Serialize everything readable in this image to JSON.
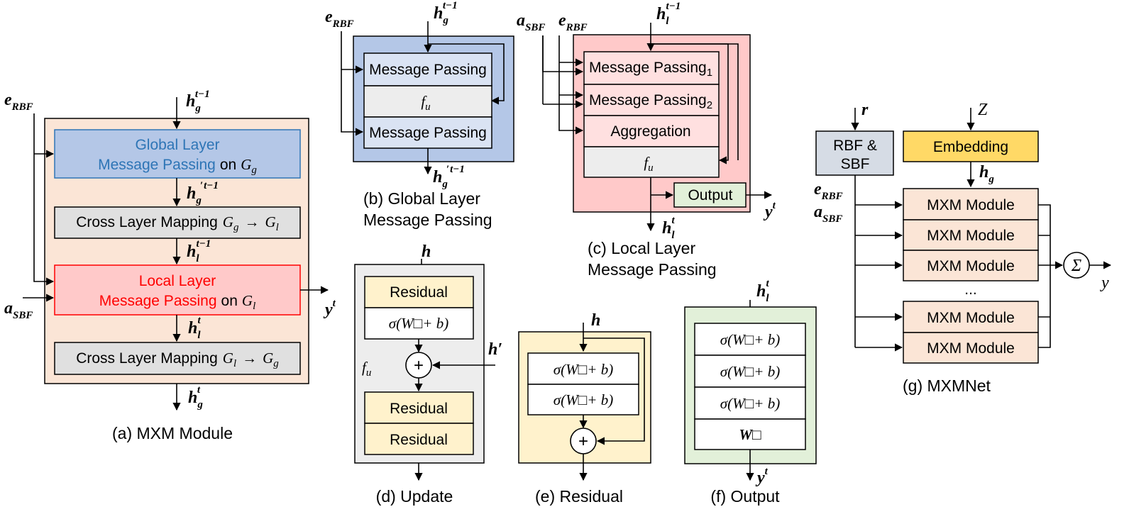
{
  "symbols": {
    "e": "e",
    "a": "a",
    "h": "h",
    "y": "y",
    "y_plain": "y",
    "r": "r",
    "Z": "Z",
    "sub_RBF": "RBF",
    "sub_SBF": "SBF",
    "sub_g": "g",
    "sub_l": "l",
    "sup_tm1": "t−1",
    "sup_t": "t",
    "prime": "′",
    "h_prime": "h′",
    "sigma": "Σ",
    "plus": "+"
  },
  "panel_a": {
    "caption": "(a) MXM Module",
    "global_line1": "Global Layer",
    "global_line2": "Message Passing",
    "on": "on",
    "G": "G",
    "cross_label": "Cross Layer Mapping",
    "arrow": "→",
    "local_line1": "Local Layer",
    "local_line2": "Message Passing"
  },
  "panel_b": {
    "caption_line1": "(b) Global Layer",
    "caption_line2": "Message Passing",
    "mp": "Message Passing",
    "fu": "f",
    "fu_sub": "u"
  },
  "panel_c": {
    "caption_line1": "(c) Local Layer",
    "caption_line2": "Message Passing",
    "mp": "Message Passing",
    "mp1_sub": "1",
    "mp2_sub": "2",
    "aggregation": "Aggregation",
    "output": "Output"
  },
  "panel_d": {
    "caption": "(d) Update",
    "residual": "Residual",
    "dense": "σ(W□+ b)"
  },
  "panel_e": {
    "caption": "(e) Residual"
  },
  "panel_f": {
    "caption": "(f) Output",
    "linear": "W□"
  },
  "panel_g": {
    "caption": "(g) MXMNet",
    "rbf_line1": "RBF &",
    "rbf_line2": "SBF",
    "embedding": "Embedding",
    "module": "MXM Module",
    "ellipsis": "..."
  },
  "colors": {
    "peach": "#fbe5d6",
    "blue_fill": "#b4c7e7",
    "blue_text": "#2e75b6",
    "red_fill": "#ffc9c9",
    "red_text": "#ff0000",
    "gray_fill": "#e0e0e0",
    "light_gray": "#ededed",
    "yellow_fill": "#fff2cc",
    "gold_fill": "#ffd966",
    "green_fill": "#e2f0d9",
    "slate_fill": "#d6dce5",
    "module_fill": "#fbe5d6"
  }
}
